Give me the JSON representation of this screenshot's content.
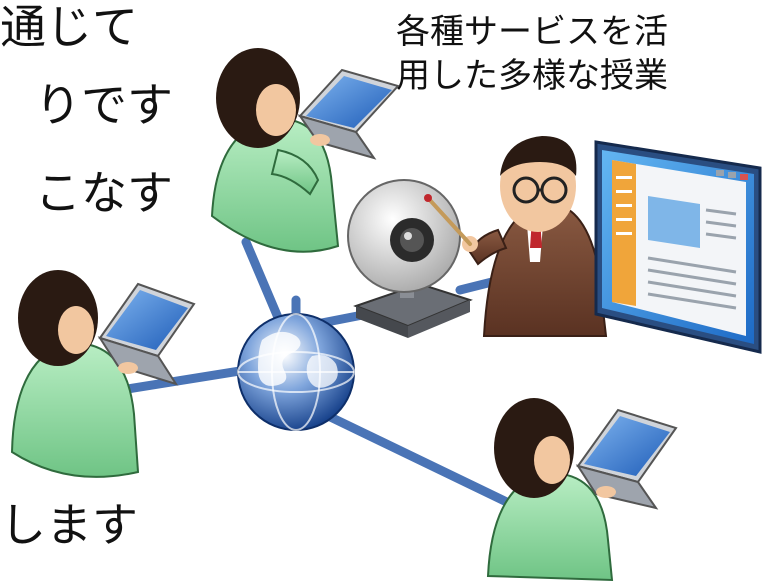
{
  "left_text": {
    "line1": "通じて",
    "line2": "りです",
    "line3": "こなす",
    "line4": "します"
  },
  "caption": {
    "line1": "各種サービスを活",
    "line2": "用した多様な授業"
  },
  "colors": {
    "network_line": "#4a74b6",
    "shirt": "#8fd6a1",
    "hair": "#2a1a12",
    "laptop_screen": "#3c7fd0",
    "teacher_suit": "#6b4030",
    "globe": "#1d4fa3"
  }
}
